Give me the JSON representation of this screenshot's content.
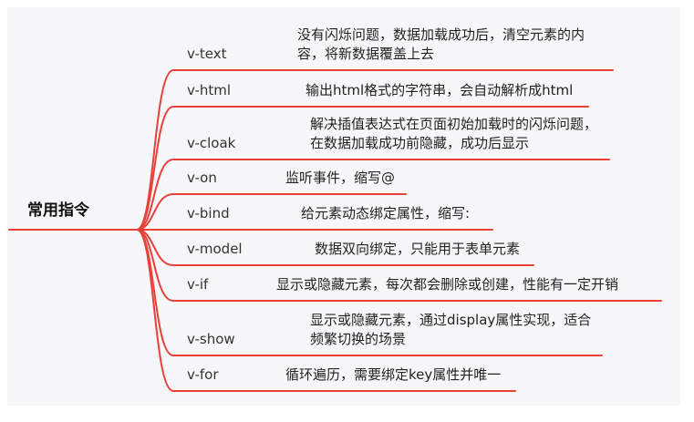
{
  "root": {
    "label": "常用指令"
  },
  "line_color": "#e8413a",
  "branches": [
    {
      "name": "v-text",
      "desc": [
        "没有闪烁问题，数据加载成功后，清空元素的内",
        "容，将新数据覆盖上去"
      ]
    },
    {
      "name": "v-html",
      "desc": [
        "输出html格式的字符串，会自动解析成html"
      ]
    },
    {
      "name": "v-cloak",
      "desc": [
        "解决插值表达式在页面初始加载时的闪烁问题，",
        "在数据加载成功前隐藏，成功后显示"
      ]
    },
    {
      "name": "v-on",
      "desc": [
        "监听事件，缩写@"
      ]
    },
    {
      "name": "v-bind",
      "desc": [
        "给元素动态绑定属性，缩写:"
      ]
    },
    {
      "name": "v-model",
      "desc": [
        "数据双向绑定，只能用于表单元素"
      ]
    },
    {
      "name": "v-if",
      "desc": [
        "显示或隐藏元素，每次都会删除或创建，性能有一定开销"
      ]
    },
    {
      "name": "v-show",
      "desc": [
        "显示或隐藏元素，通过display属性实现，适合",
        "频繁切换的场景"
      ]
    },
    {
      "name": "v-for",
      "desc": [
        "循环遍历，需要绑定key属性并唯一"
      ]
    }
  ]
}
